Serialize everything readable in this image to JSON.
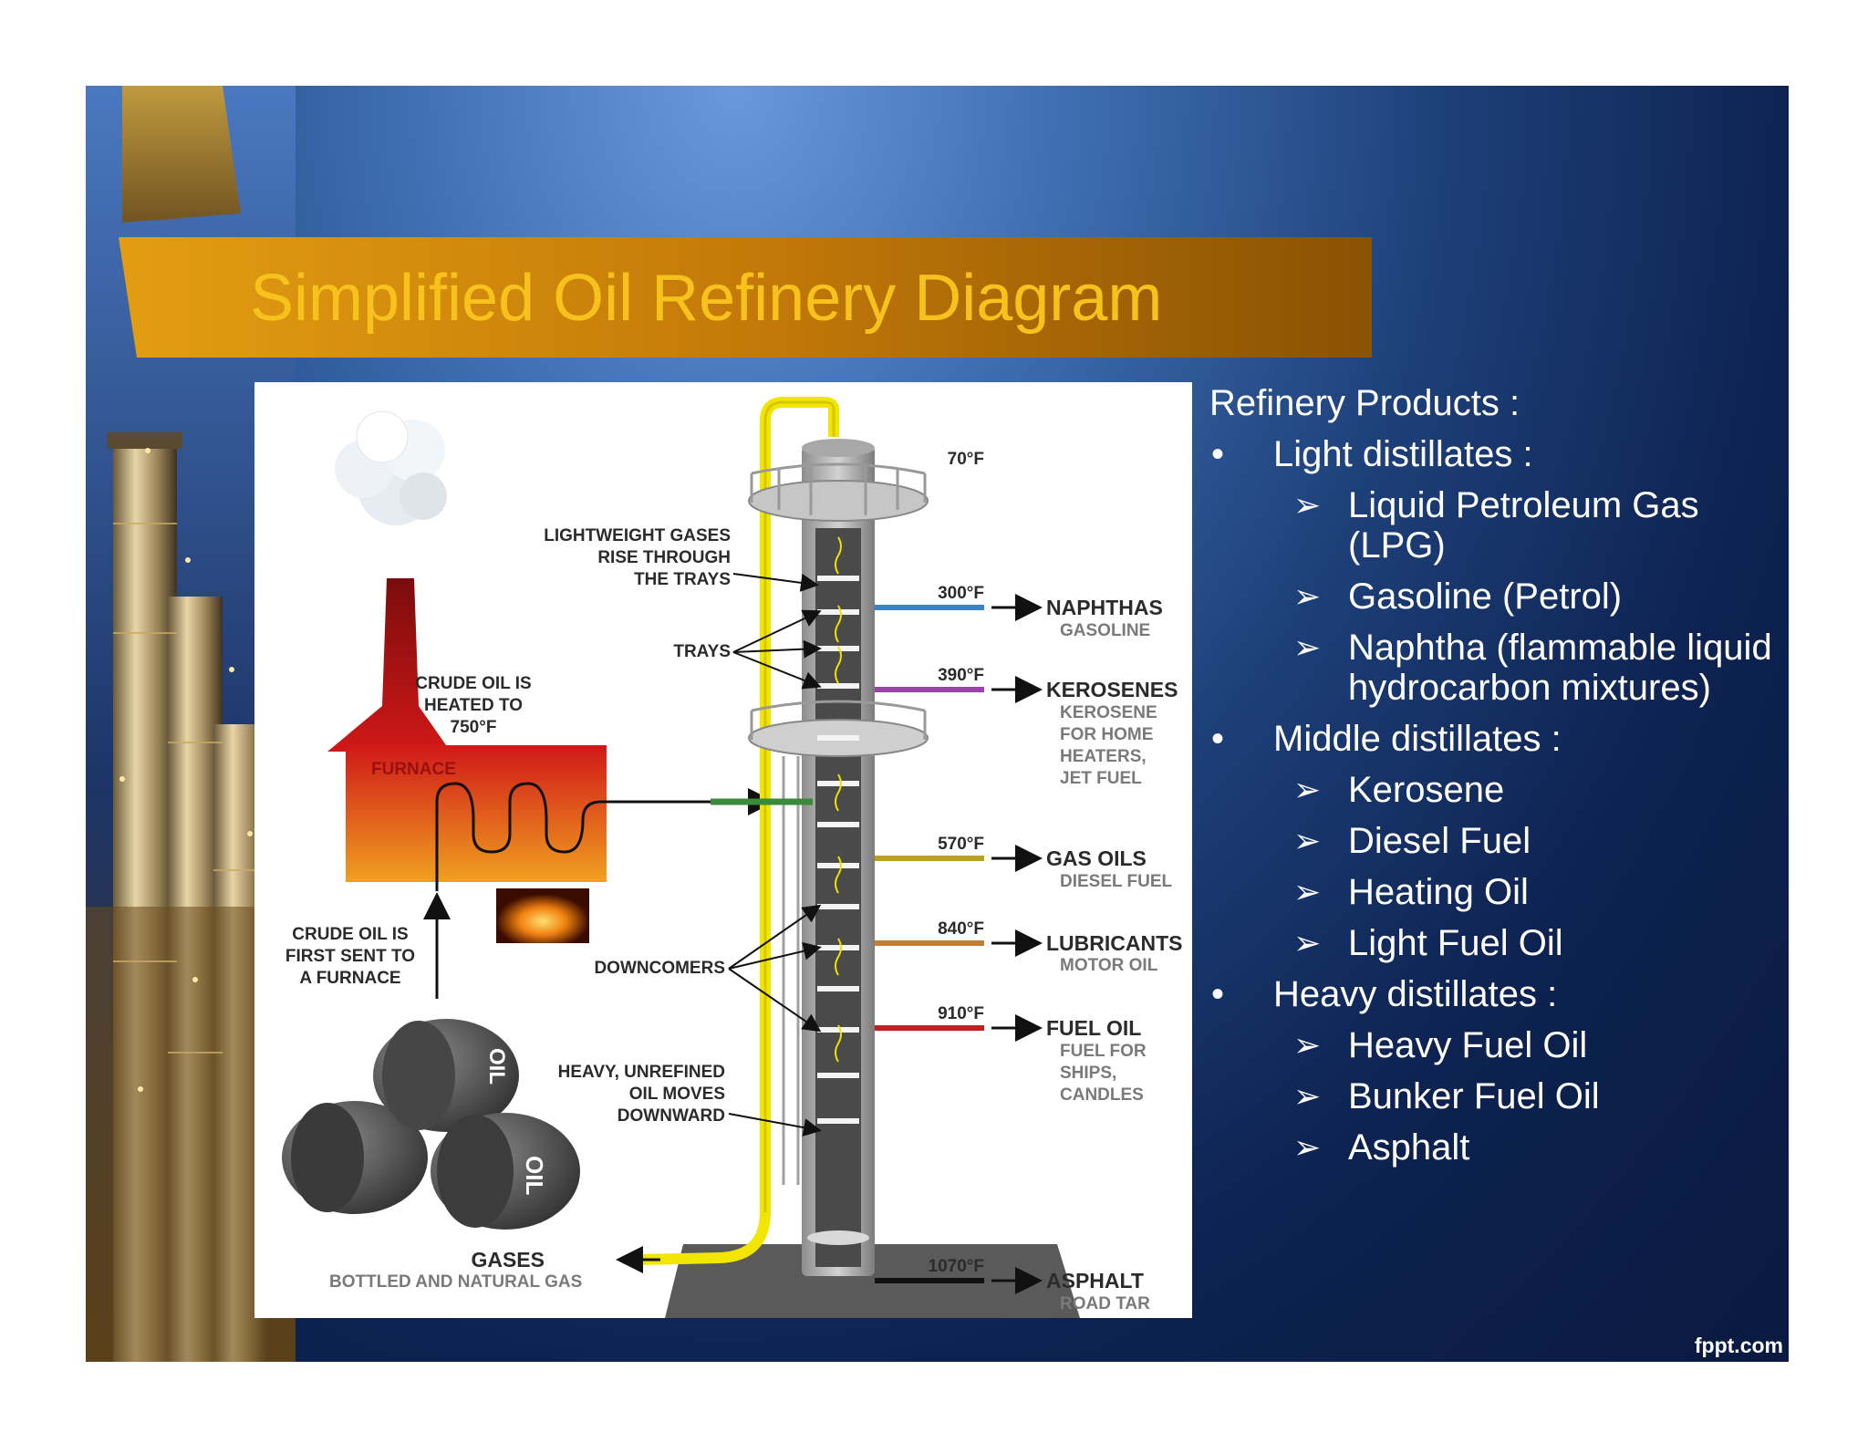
{
  "slide": {
    "title": "Simplified Oil Refinery Diagram",
    "footer": "fppt.com"
  },
  "diagram": {
    "left_labels": {
      "furnace": "FURNACE",
      "crude_heated": [
        "CRUDE OIL IS",
        "HEATED TO",
        "750°F"
      ],
      "crude_first": [
        "CRUDE OIL IS",
        "FIRST SENT TO",
        "A FURNACE"
      ],
      "lightweight": [
        "LIGHTWEIGHT GASES",
        "RISE THROUGH",
        "THE TRAYS"
      ],
      "trays": "TRAYS",
      "downcomers": "DOWNCOMERS",
      "heavy": [
        "HEAVY, UNREFINED",
        "OIL MOVES",
        "DOWNWARD"
      ],
      "barrel_text": "OIL"
    },
    "temperatures": [
      "70°F",
      "300°F",
      "390°F",
      "570°F",
      "840°F",
      "910°F",
      "1070°F"
    ],
    "outputs": {
      "naphthas": {
        "name": "NAPHTHAS",
        "sub": [
          "GASOLINE"
        ]
      },
      "kerosenes": {
        "name": "KEROSENES",
        "sub": [
          "KEROSENE",
          "FOR HOME",
          "HEATERS,",
          "JET FUEL"
        ]
      },
      "gas_oils": {
        "name": "GAS OILS",
        "sub": [
          "DIESEL FUEL"
        ]
      },
      "lubricants": {
        "name": "LUBRICANTS",
        "sub": [
          "MOTOR OIL"
        ]
      },
      "fuel_oil": {
        "name": "FUEL OIL",
        "sub": [
          "FUEL FOR",
          "SHIPS,",
          "CANDLES"
        ]
      },
      "asphalt": {
        "name": "ASPHALT",
        "sub": [
          "ROAD TAR"
        ]
      },
      "gases": {
        "name": "GASES",
        "sub": [
          "BOTTLED AND NATURAL GAS"
        ]
      }
    },
    "colors": {
      "naphthas": "#3b82c4",
      "kerosenes": "#a040b0",
      "feed": "#3a8a3a",
      "gas_oils": "#b8a030",
      "lubricants": "#c0803a",
      "fuel_oil": "#c02020",
      "asphalt": "#111111",
      "gas_pipe": "#f2e600"
    }
  },
  "products": {
    "heading": "Refinery Products :",
    "groups": [
      {
        "label": "Light distillates :",
        "items": [
          "Liquid Petroleum Gas (LPG)",
          "Gasoline (Petrol)",
          "Naphtha (flammable liquid hydrocarbon mixtures)"
        ]
      },
      {
        "label": "Middle distillates :",
        "items": [
          "Kerosene",
          "Diesel Fuel",
          "Heating Oil",
          "Light Fuel Oil"
        ]
      },
      {
        "label": "Heavy distillates :",
        "items": [
          "Heavy Fuel Oil",
          "Bunker Fuel Oil",
          "Asphalt"
        ]
      }
    ]
  }
}
